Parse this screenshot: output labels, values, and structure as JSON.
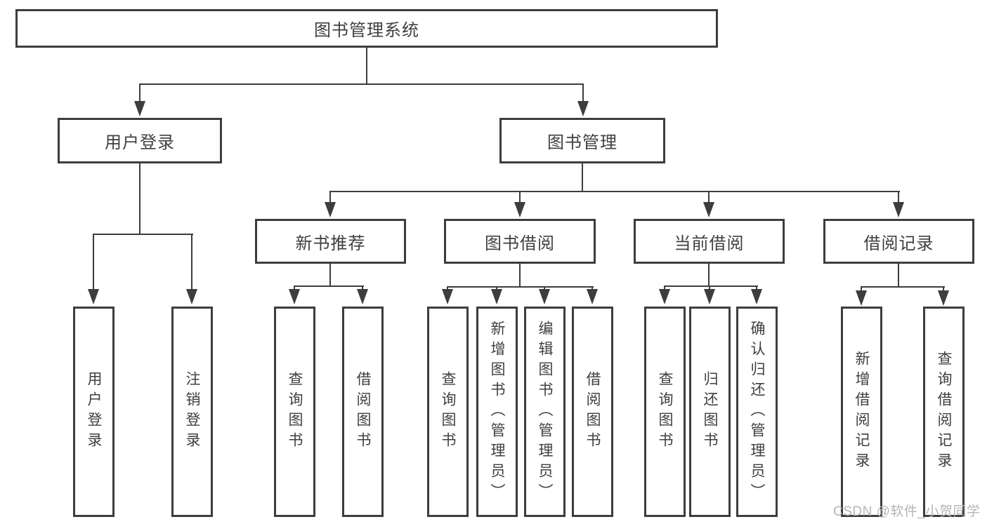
{
  "diagram": {
    "type": "hierarchy-tree",
    "root": {
      "label": "图书管理系统"
    },
    "branches": [
      {
        "label": "用户登录",
        "children": [
          {
            "label": "用户登录"
          },
          {
            "label": "注销登录"
          }
        ]
      },
      {
        "label": "图书管理",
        "children": [
          {
            "label": "新书推荐",
            "children": [
              {
                "label": "查询图书"
              },
              {
                "label": "借阅图书"
              }
            ]
          },
          {
            "label": "图书借阅",
            "children": [
              {
                "label": "查询图书"
              },
              {
                "label": "新增图书（管理员）"
              },
              {
                "label": "编辑图书（管理员）"
              },
              {
                "label": "借阅图书"
              }
            ]
          },
          {
            "label": "当前借阅",
            "children": [
              {
                "label": "查询图书"
              },
              {
                "label": "归还图书"
              },
              {
                "label": "确认归还（管理员）"
              }
            ]
          },
          {
            "label": "借阅记录",
            "children": [
              {
                "label": "新增借阅记录"
              },
              {
                "label": "查询借阅记录"
              }
            ]
          }
        ]
      }
    ]
  },
  "watermark": {
    "text": "CSDN @软件_小贺同学"
  },
  "colors": {
    "line": "#3d3d3d",
    "text": "#3f3f3f",
    "watermark": "#b5b5b5",
    "background": "#ffffff"
  }
}
